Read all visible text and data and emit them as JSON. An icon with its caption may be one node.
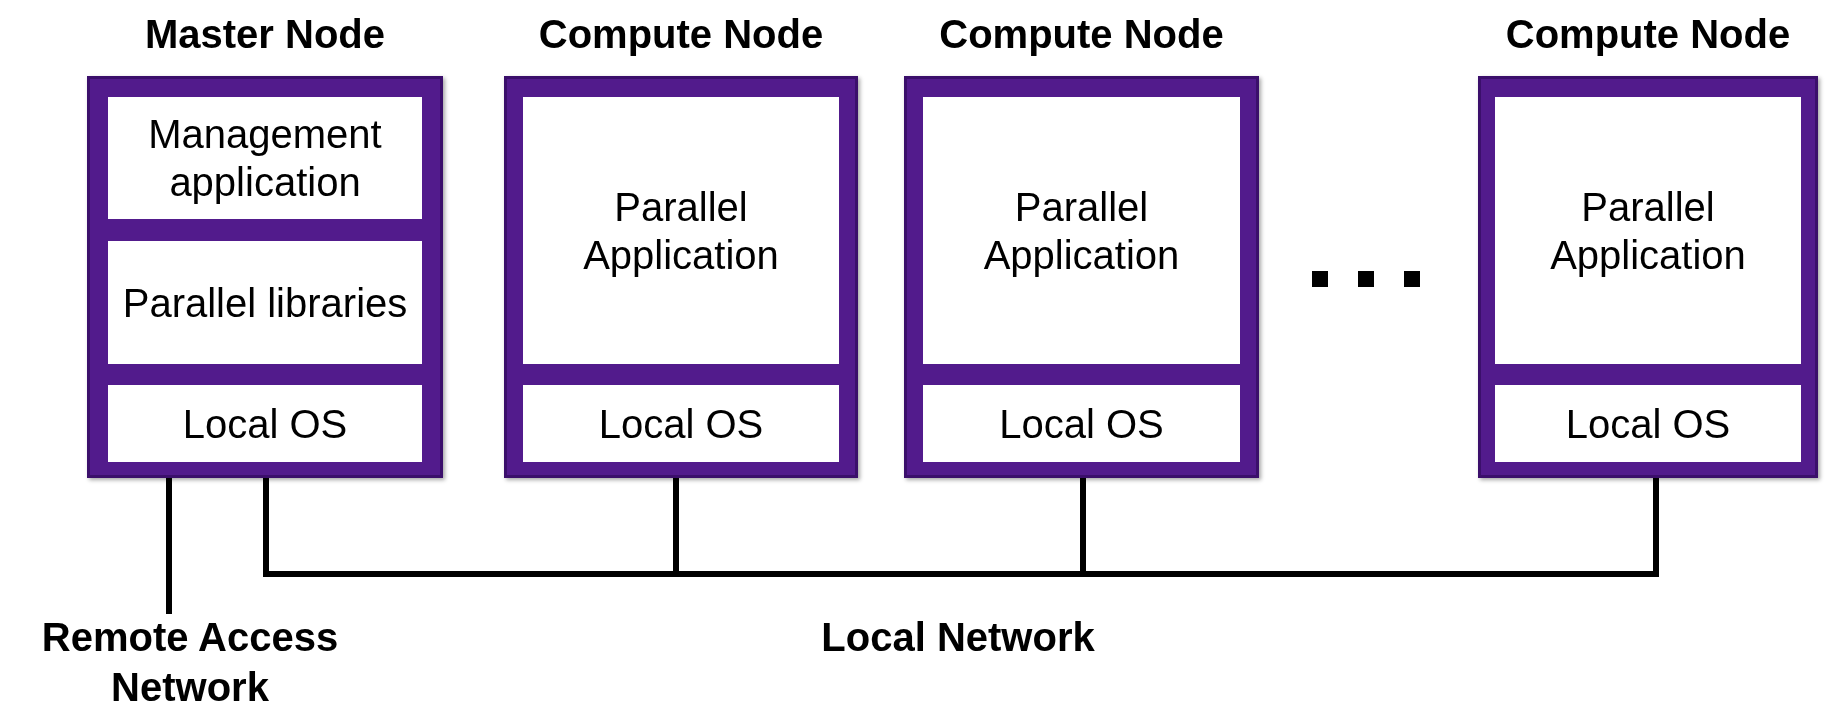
{
  "diagram": {
    "nodes": [
      {
        "text": [
          "Master Node"
        ]
      },
      {
        "text": [
          "Management application"
        ],
        "in": 0
      },
      {
        "text": [
          "Parallel libraries"
        ],
        "in": 0
      },
      {
        "text": [
          "Local OS"
        ],
        "in": 0
      },
      {
        "text": [
          "Compute Node"
        ]
      },
      {
        "text": [
          "Parallel Application"
        ],
        "in": 4
      },
      {
        "text": [
          "Local OS"
        ],
        "in": 4
      },
      {
        "text": [
          "Compute Node"
        ]
      },
      {
        "text": [
          "Parallel Application"
        ],
        "in": 7
      },
      {
        "text": [
          "Local OS"
        ],
        "in": 7
      },
      {
        "text": [
          "Compute Node"
        ]
      },
      {
        "text": [
          "Parallel Application"
        ],
        "in": 10
      },
      {
        "text": [
          "Local OS"
        ],
        "in": 10
      },
      {
        "text": [
          "Remote Access Network"
        ]
      }
    ],
    "edges": [
      {
        "from": 0,
        "to": 13,
        "arrow": "none"
      },
      {
        "from": 0,
        "to": 4,
        "arrow": "none"
      },
      {
        "from": 0,
        "to": 7,
        "arrow": "none"
      },
      {
        "from": 0,
        "to": 10,
        "arrow": "none"
      }
    ],
    "labels": [
      "Local Network"
    ]
  }
}
